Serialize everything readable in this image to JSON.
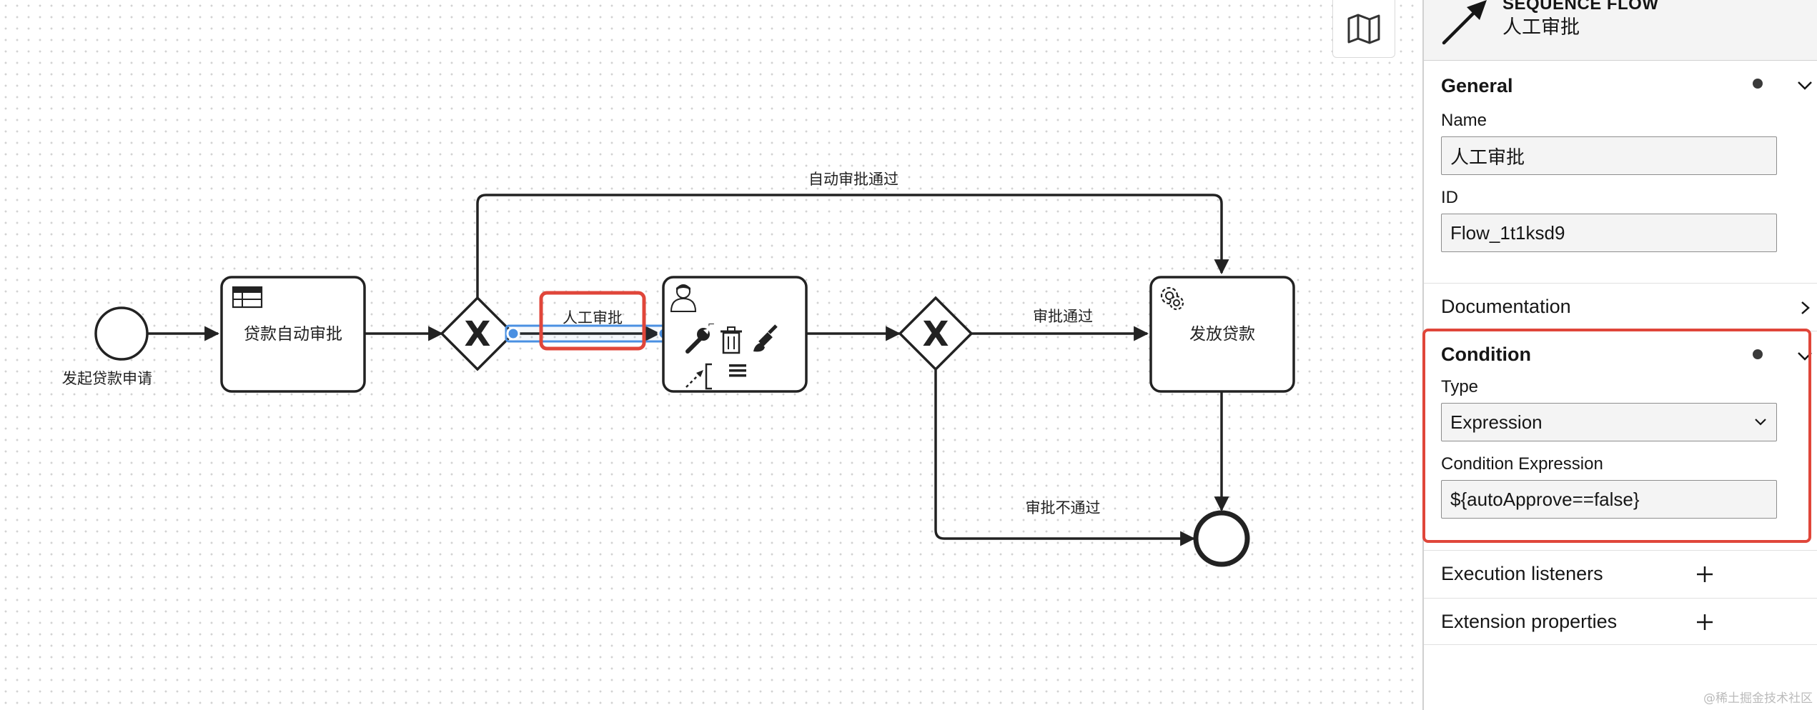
{
  "diagram": {
    "start_label": "发起贷款申请",
    "task_auto_review": "贷款自动审批",
    "task_disburse": "发放贷款",
    "flow_auto_approved": "自动审批通过",
    "flow_manual_review": "人工审批",
    "flow_approved": "审批通过",
    "flow_rejected": "审批不通过",
    "gateway_marker": "X"
  },
  "panel": {
    "header": {
      "type": "SEQUENCE FLOW",
      "name": "人工审批",
      "icon": "sequence-flow-arrow-icon"
    },
    "general": {
      "title": "General",
      "name_label": "Name",
      "name_value": "人工审批",
      "id_label": "ID",
      "id_value": "Flow_1t1ksd9"
    },
    "documentation": {
      "title": "Documentation"
    },
    "condition": {
      "title": "Condition",
      "type_label": "Type",
      "type_value": "Expression",
      "expression_label": "Condition Expression",
      "expression_value": "${autoApprove==false}"
    },
    "execution_listeners": {
      "title": "Execution listeners"
    },
    "extension_properties": {
      "title": "Extension properties"
    }
  },
  "watermark": "@稀土掘金技术社区",
  "colors": {
    "highlight": "#e0463a",
    "selection": "#4a90e2",
    "stroke": "#222222"
  }
}
